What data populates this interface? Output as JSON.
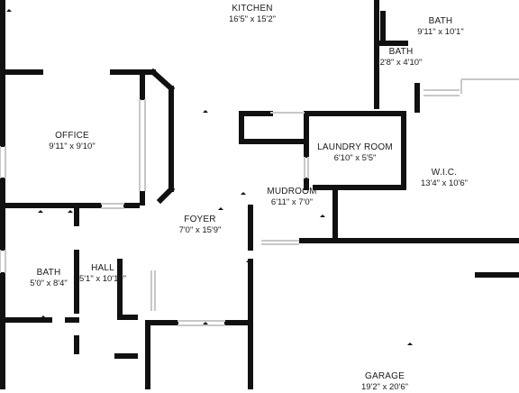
{
  "rooms": {
    "kitchen": {
      "name": "KITCHEN",
      "dims": "16'5\" x 15'2\""
    },
    "bath1": {
      "name": "BATH",
      "dims": "9'11\" x 10'1\""
    },
    "bath2": {
      "name": "BATH",
      "dims": "2'8\" x 4'10\""
    },
    "office": {
      "name": "OFFICE",
      "dims": "9'11\" x 9'10\""
    },
    "laundry": {
      "name": "LAUNDRY ROOM",
      "dims": "6'10\" x 5'5\""
    },
    "wic": {
      "name": "W.I.C.",
      "dims": "13'4\" x 10'6\""
    },
    "mudroom": {
      "name": "MUDROOM",
      "dims": "6'11\" x 7'0\""
    },
    "foyer": {
      "name": "FOYER",
      "dims": "7'0\" x 15'9\""
    },
    "bath3": {
      "name": "BATH",
      "dims": "5'0\" x 8'4\""
    },
    "hall": {
      "name": "HALL",
      "dims": "5'1\" x 10'10\""
    },
    "garage": {
      "name": "GARAGE",
      "dims": "19'2\" x 20'6\""
    }
  },
  "colors": {
    "wall": "#111111",
    "window": "#c8c8c8",
    "background": "#ffffff"
  }
}
